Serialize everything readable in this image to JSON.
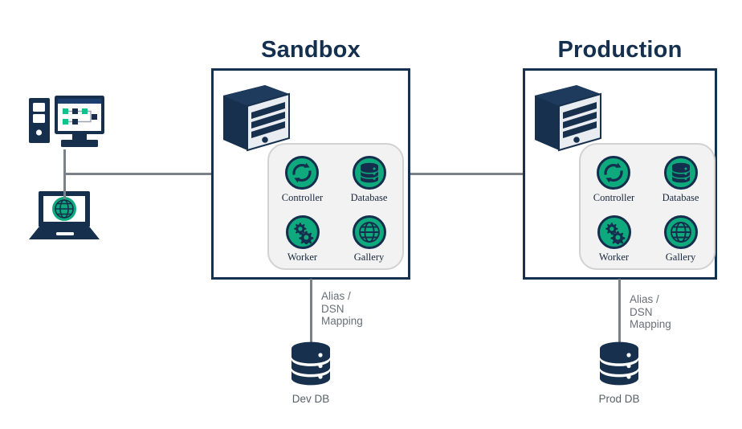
{
  "diagram": {
    "title": "Sandbox and Production environment architecture",
    "colors": {
      "navy": "#142f4d",
      "teal": "#0fa97e",
      "line_gray": "#7b8189",
      "panel_gray": "#f2f2f2",
      "label_gray": "#6a6f77"
    }
  },
  "environments": [
    {
      "id": "sandbox",
      "title": "Sandbox",
      "server_icon": "server-tower-icon",
      "services": [
        {
          "label": "Controller",
          "icon": "refresh-cycle-icon"
        },
        {
          "label": "Database",
          "icon": "database-stack-icon"
        },
        {
          "label": "Worker",
          "icon": "gears-icon"
        },
        {
          "label": "Gallery",
          "icon": "globe-icon"
        }
      ],
      "connector_label": "Alias /\nDSN\nMapping",
      "connector_label_lines": [
        "Alias /",
        "DSN",
        "Mapping"
      ],
      "database": {
        "label": "Dev  DB",
        "icon": "database-cylinder-icon"
      }
    },
    {
      "id": "production",
      "title": "Production",
      "server_icon": "server-tower-icon",
      "services": [
        {
          "label": "Controller",
          "icon": "refresh-cycle-icon"
        },
        {
          "label": "Database",
          "icon": "database-stack-icon"
        },
        {
          "label": "Worker",
          "icon": "gears-icon"
        },
        {
          "label": "Gallery",
          "icon": "globe-icon"
        }
      ],
      "connector_label": "Alias /\nDSN\nMapping",
      "connector_label_lines": [
        "Alias /",
        "DSN",
        "Mapping"
      ],
      "database": {
        "label": "Prod  DB",
        "icon": "database-cylinder-icon"
      }
    }
  ],
  "clients": [
    {
      "id": "desktop",
      "icon": "desktop-workstation-icon"
    },
    {
      "id": "laptop",
      "icon": "laptop-globe-icon"
    }
  ]
}
